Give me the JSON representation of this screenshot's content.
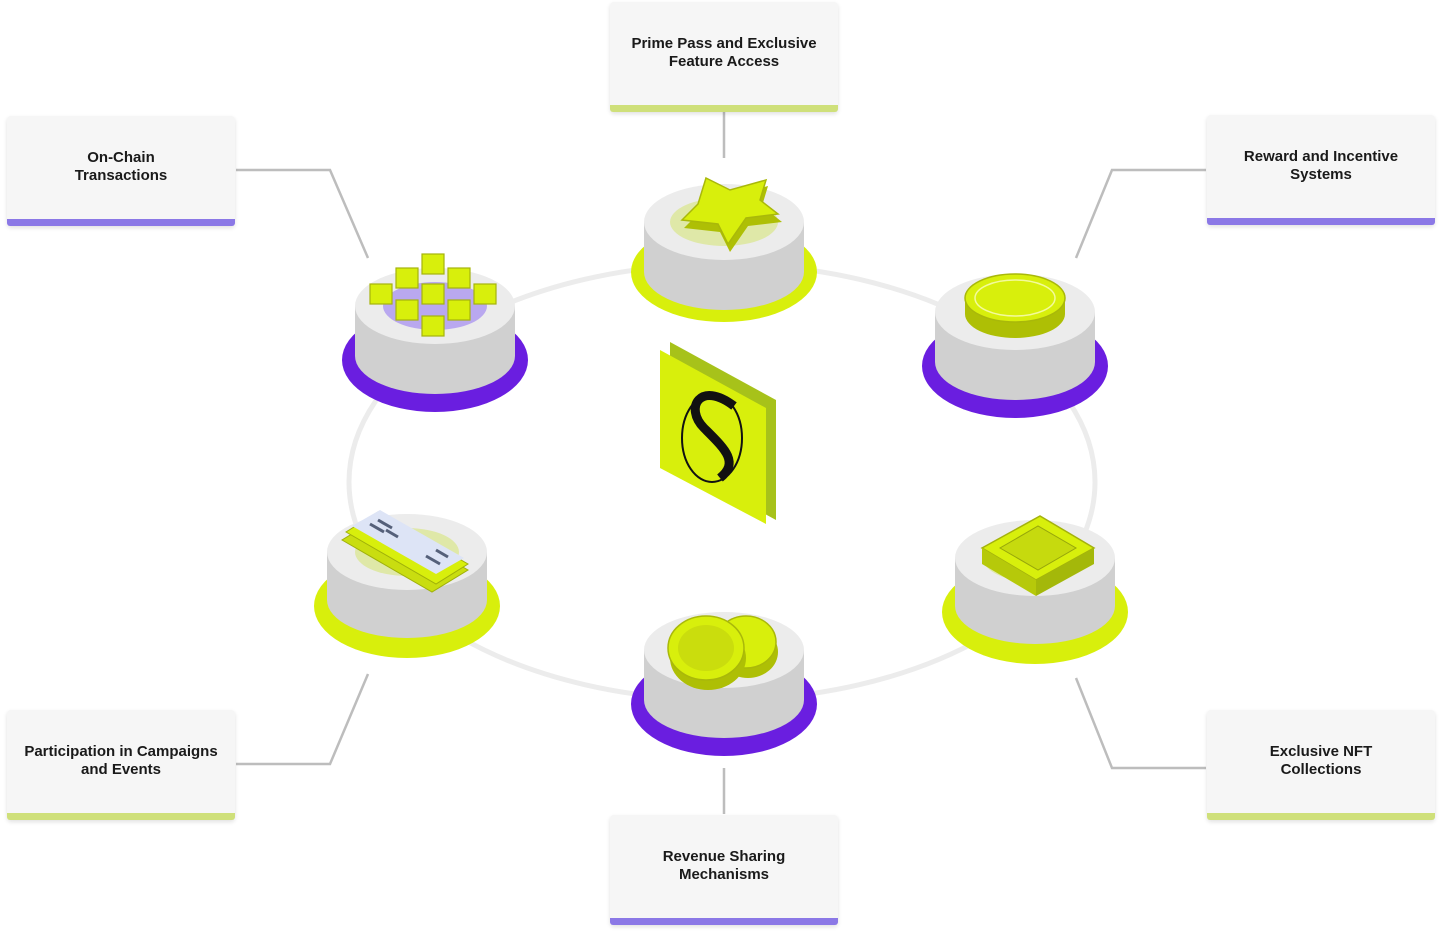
{
  "nodes": [
    {
      "id": "prime-pass",
      "label": "Prime Pass and Exclusive\nFeature Access",
      "accent": "lime",
      "icon": "star-icon"
    },
    {
      "id": "reward-incentive",
      "label": "Reward and Incentive\nSystems",
      "accent": "purple",
      "icon": "coin-icon"
    },
    {
      "id": "exclusive-nft",
      "label": "Exclusive NFT\nCollections",
      "accent": "lime",
      "icon": "nft-chip-icon"
    },
    {
      "id": "revenue-sharing",
      "label": "Revenue Sharing\nMechanisms",
      "accent": "purple",
      "icon": "coin-stack-icon"
    },
    {
      "id": "participation",
      "label": "Participation in Campaigns\nand Events",
      "accent": "lime",
      "icon": "ticket-icon"
    },
    {
      "id": "on-chain",
      "label": "On-Chain\nTransactions",
      "accent": "purple",
      "icon": "blockchain-cubes-icon"
    }
  ],
  "center": {
    "icon": "sign-logo-icon"
  },
  "colors": {
    "lime": "#d8ef0c",
    "lime_bar": "#cfe07a",
    "purple": "#6a1ee0",
    "purple_bar": "#8b78e6",
    "cylinder": "#d9d9d9",
    "ring": "#ececec",
    "connector": "#bdbdbd"
  }
}
